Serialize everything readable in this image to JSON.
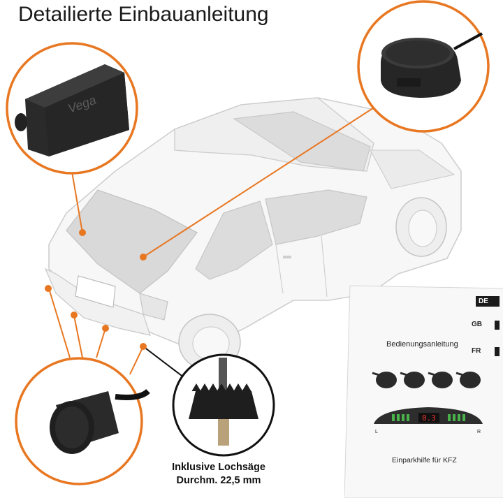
{
  "title": "Detailierte Einbauanleitung",
  "brand_logo": "Vega",
  "caption": {
    "line1": "Inklusive Lochsäge",
    "line2": "Durchm. 22,5 mm"
  },
  "manual": {
    "languages": [
      "DE",
      "GB",
      "FR"
    ],
    "heading": "Bedienungsanleitung",
    "display_value": "0.3",
    "display_left": "L",
    "display_right": "R",
    "footer_title": "Einparkhilfe für KFZ"
  },
  "colors": {
    "accent": "#e87722",
    "car_outline": "#c9c9c9",
    "window_fill": "#d8d8d8",
    "dark_part": "#262626"
  },
  "icons": [
    "control-unit-icon",
    "speaker-icon",
    "sensor-icon",
    "hole-saw-icon"
  ]
}
